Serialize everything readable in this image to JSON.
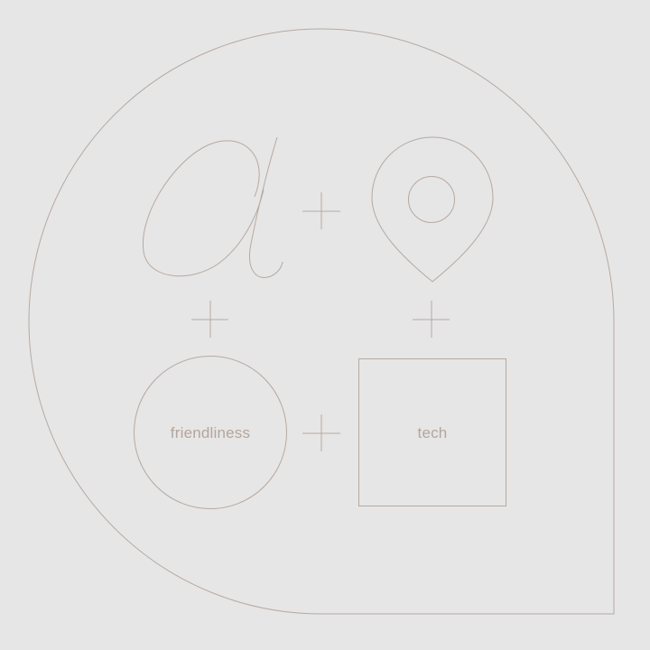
{
  "colors": {
    "background": "#e6e6e6",
    "stroke": "#b7a9a1",
    "text": "#b5a59c"
  },
  "labels": {
    "circle": "friendliness",
    "square": "tech"
  },
  "icons": {
    "outer_shape": "teardrop-outline",
    "top_left": "script-letter-a-icon",
    "top_right": "map-pin-icon",
    "operators": "plus-icon"
  }
}
